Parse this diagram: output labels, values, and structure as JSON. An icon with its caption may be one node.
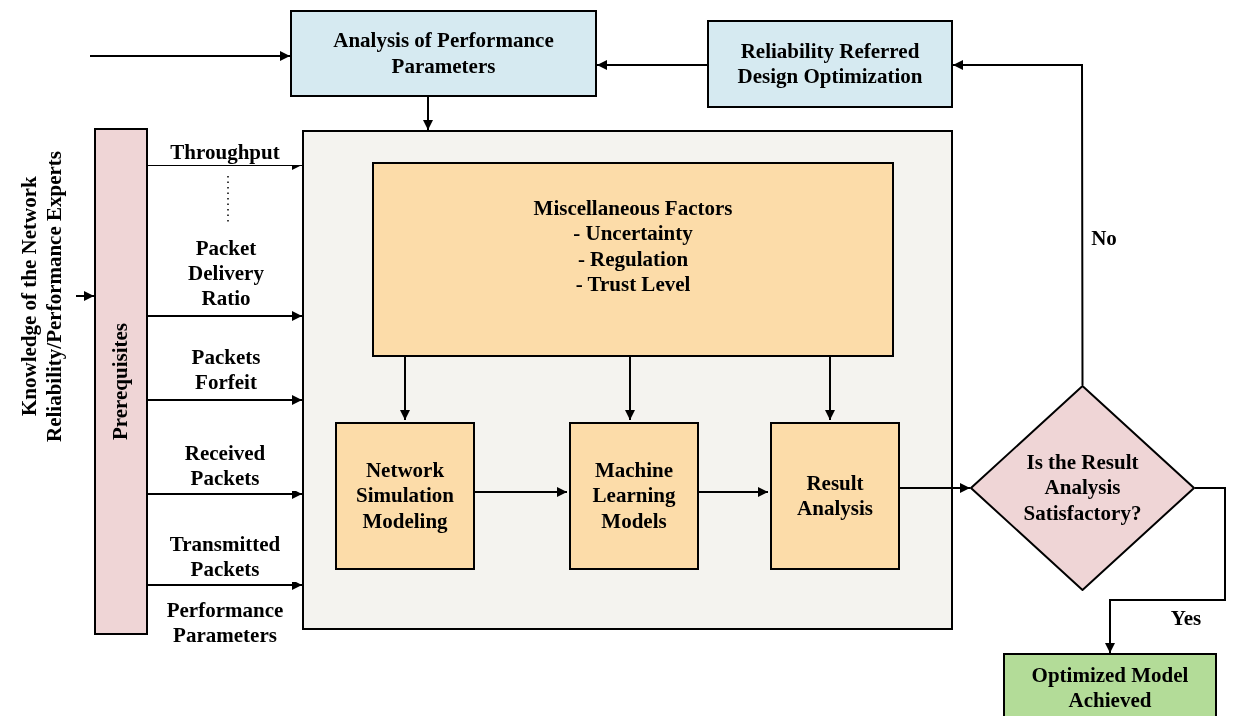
{
  "diagram": {
    "nodes": [
      {
        "text": [
          "Analysis of Performance Parameters"
        ]
      },
      {
        "text": [
          "Reliability Referred Design Optimization"
        ]
      },
      {
        "text": [
          "Knowledge of the Network Reliability/Performance Experts"
        ]
      },
      {
        "text": [
          "Prerequisites"
        ]
      },
      {
        "text": [],
        "shape": "box"
      },
      {
        "text": [
          "Miscellaneous Factors",
          "- Uncertainty",
          "- Regulation",
          "- Trust Level"
        ],
        "in": 4
      },
      {
        "text": [
          "Network Simulation Modeling"
        ],
        "in": 4
      },
      {
        "text": [
          "Machine Learning Models"
        ],
        "in": 4
      },
      {
        "text": [
          "Result Analysis"
        ],
        "in": 4
      },
      {
        "text": [
          "Is the Result Analysis Satisfactory?"
        ]
      },
      {
        "text": [
          "Optimized Model Achieved"
        ]
      }
    ],
    "edges": [
      {
        "from": null,
        "to": 0,
        "arrow": "to"
      },
      {
        "from": 1,
        "to": 0,
        "arrow": "to"
      },
      {
        "from": 9,
        "to": 1,
        "arrow": "to",
        "label": "No"
      },
      {
        "from": 0,
        "to": 4,
        "arrow": "to"
      },
      {
        "from": 3,
        "to": 4,
        "arrow": "to",
        "label": "Throughput"
      },
      {
        "from": 3,
        "to": 4,
        "arrow": "to",
        "label": "Packet Delivery Ratio"
      },
      {
        "from": 3,
        "to": 4,
        "arrow": "to",
        "label": "Packets Forfeit"
      },
      {
        "from": 3,
        "to": 4,
        "arrow": "to",
        "label": "Received Packets"
      },
      {
        "from": 3,
        "to": 4,
        "arrow": "to",
        "label": "Transmitted Packets"
      },
      {
        "from": 2,
        "to": 3,
        "arrow": "to"
      },
      {
        "from": 5,
        "to": 6,
        "arrow": "to"
      },
      {
        "from": 5,
        "to": 7,
        "arrow": "to"
      },
      {
        "from": 5,
        "to": 8,
        "arrow": "to"
      },
      {
        "from": 6,
        "to": 7,
        "arrow": "to"
      },
      {
        "from": 7,
        "to": 8,
        "arrow": "to"
      },
      {
        "from": 8,
        "to": 9,
        "arrow": "to"
      },
      {
        "from": 9,
        "to": 10,
        "arrow": "to",
        "label": "Yes"
      }
    ],
    "labels": [
      "Performance Parameters"
    ]
  }
}
